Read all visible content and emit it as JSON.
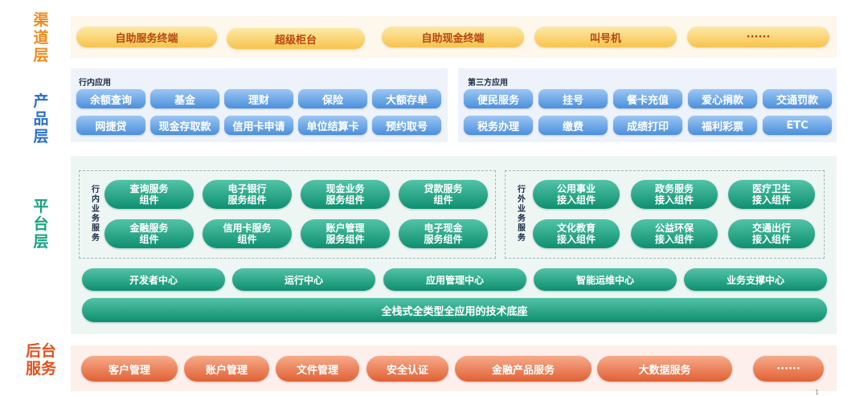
{
  "layers": {
    "channel": [
      "渠",
      "道",
      "层"
    ],
    "product": [
      "产",
      "品",
      "层"
    ],
    "platform": [
      "平",
      "台",
      "层"
    ],
    "backend": [
      "后台",
      "服务"
    ]
  },
  "channel_items": [
    "自助服务终端",
    "超级柜台",
    "自助现金终端",
    "叫号机",
    "······"
  ],
  "product": {
    "inhouse_title": "行内应用",
    "inhouse_row1": [
      "余额查询",
      "基金",
      "理财",
      "保险",
      "大额存单"
    ],
    "inhouse_row2": [
      "网捷贷",
      "现金存取款",
      "信用卡申请",
      "单位结算卡",
      "预约取号"
    ],
    "third_title": "第三方应用",
    "third_row1": [
      "便民服务",
      "挂号",
      "餐卡充值",
      "爱心捐款",
      "交通罚款"
    ],
    "third_row2": [
      "税务办理",
      "缴费",
      "成绩打印",
      "福利彩票",
      "ETC"
    ]
  },
  "platform": {
    "inner_label": [
      "行",
      "内",
      "业",
      "务",
      "服",
      "务"
    ],
    "inner_components": [
      [
        "查询服务",
        "组件"
      ],
      [
        "电子银行",
        "服务组件"
      ],
      [
        "现金业务",
        "服务组件"
      ],
      [
        "贷款服务",
        "组件"
      ],
      [
        "金融服务",
        "组件"
      ],
      [
        "信用卡服务",
        "组件"
      ],
      [
        "账户管理",
        "服务组件"
      ],
      [
        "电子现金",
        "服务组件"
      ]
    ],
    "outer_label": [
      "行",
      "外",
      "业",
      "务",
      "服",
      "务"
    ],
    "outer_components": [
      [
        "公用事业",
        "接入组件"
      ],
      [
        "政务服务",
        "接入组件"
      ],
      [
        "医疗卫生",
        "接入组件"
      ],
      [
        "文化教育",
        "接入组件"
      ],
      [
        "公益环保",
        "接入组件"
      ],
      [
        "交通出行",
        "接入组件"
      ]
    ],
    "centers": [
      "开发者中心",
      "运行中心",
      "应用管理中心",
      "智能运维中心",
      "业务支撑中心"
    ],
    "base": "全栈式全类型全应用的技术底座"
  },
  "backend_items": [
    "客户管理",
    "账户管理",
    "文件管理",
    "安全认证",
    "金融产品服务",
    "大数据服务",
    "······"
  ],
  "page_number": "1",
  "colors": {
    "channel_label": "#f08a1c",
    "product_label": "#2a6fc9",
    "platform_label": "#14a37f",
    "backend_label": "#e5501c"
  }
}
